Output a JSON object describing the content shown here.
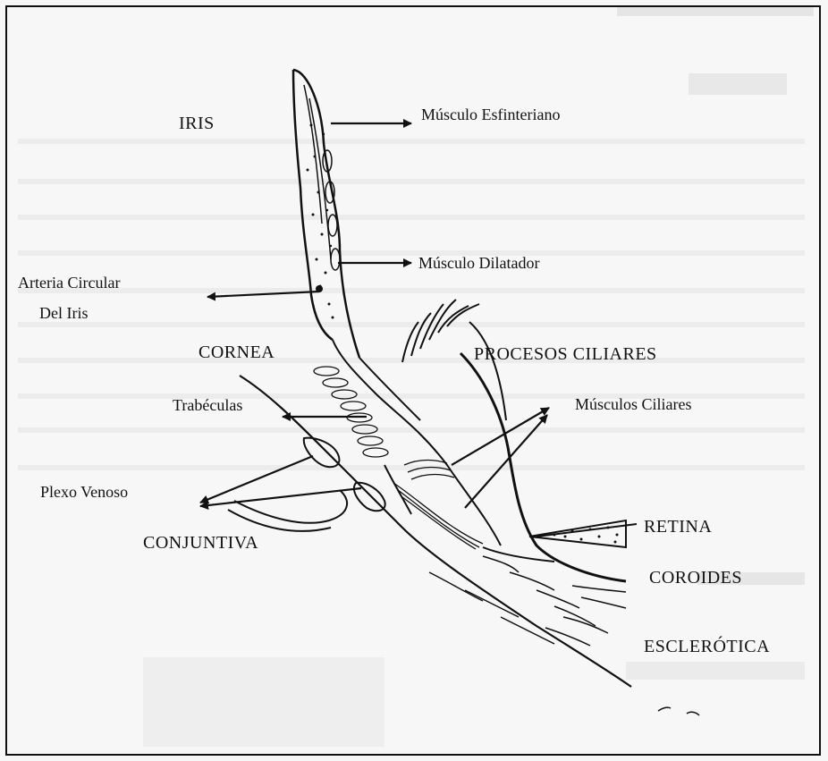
{
  "labels": {
    "iris": "IRIS",
    "sphincter": "Músculo Esfinteriano",
    "dilator": "Músculo Dilatador",
    "artery_line1": "Arteria Circular",
    "artery_line2": "Del Iris",
    "cornea": "CORNEA",
    "ciliary_processes": "PROCESOS CILIARES",
    "trabeculae": "Trabéculas",
    "ciliary_muscles": "Músculos Ciliares",
    "venous_plexus": "Plexo Venoso",
    "conjunctiva": "CONJUNTIVA",
    "retina": "RETINA",
    "choroid": "COROIDES",
    "sclera": "ESCLERÓTICA"
  },
  "colors": {
    "ink": "#111111",
    "paper": "#f7f7f7",
    "bleed_text": "#cfcfcf"
  }
}
